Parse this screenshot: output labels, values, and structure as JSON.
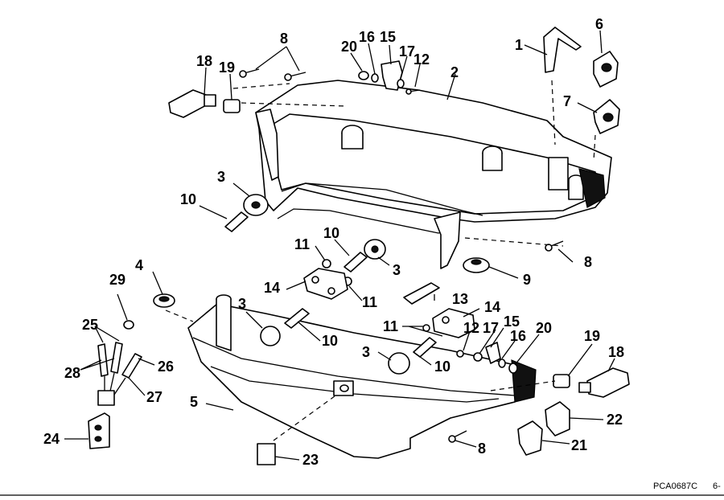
{
  "footer": {
    "code": "PCA0687C",
    "page": "6-"
  },
  "callouts": {
    "n1": "1",
    "n2": "2",
    "n3": "3",
    "n4": "4",
    "n5": "5",
    "n6": "6",
    "n7": "7",
    "n8": "8",
    "n9": "9",
    "n10": "10",
    "n11": "11",
    "n12": "12",
    "n13": "13",
    "n14": "14",
    "n15": "15",
    "n16": "16",
    "n17": "17",
    "n18": "18",
    "n19": "19",
    "n20": "20",
    "n21": "21",
    "n22": "22",
    "n23": "23",
    "n24": "24",
    "n25": "25",
    "n26": "26",
    "n27": "27",
    "n28": "28",
    "n29": "29"
  }
}
